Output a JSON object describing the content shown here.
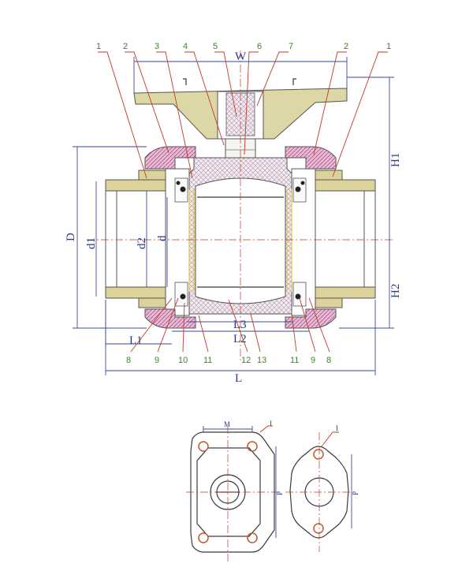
{
  "part_numbers_top": [
    "1",
    "2",
    "3",
    "4",
    "5",
    "6",
    "7",
    "2",
    "1"
  ],
  "part_numbers_bottom": [
    "8",
    "9",
    "10",
    "11",
    "12",
    "13",
    "11",
    "9",
    "8"
  ],
  "dimensions": {
    "W": "W",
    "H1": "H1",
    "H2": "H2",
    "D": "D",
    "d1": "d1",
    "d2": "d2",
    "d": "d",
    "L": "L",
    "L1": "L1",
    "L2": "L2",
    "L3": "L3"
  },
  "flange_labels": {
    "M": "M",
    "I_left": "I",
    "P_left": "P",
    "I_right": "I",
    "P_right": "P"
  },
  "colors": {
    "pipe": "#d9d29a",
    "nut": "#e7b7d5",
    "hatch": "#c9a7c0",
    "label_green": "#3a8a1a",
    "dim_blue": "#2a3a8a",
    "leader_red": "#c0392b"
  }
}
